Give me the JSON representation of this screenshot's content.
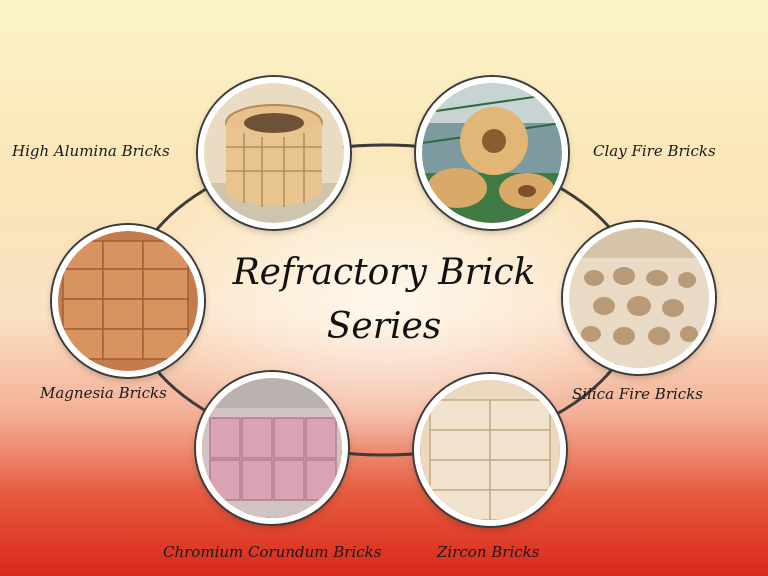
{
  "diagram": {
    "title_line1": "Refractory Brick",
    "title_line2": "Series",
    "nodes": [
      {
        "label": "High Alumina Bricks",
        "icon": "high-alumina-bricks-photo"
      },
      {
        "label": "Clay Fire Bricks",
        "icon": "clay-fire-bricks-photo"
      },
      {
        "label": "Magnesia Bricks",
        "icon": "magnesia-bricks-photo"
      },
      {
        "label": "Silica Fire Bricks",
        "icon": "silica-fire-bricks-photo"
      },
      {
        "label": "Chromium Corundum Bricks",
        "icon": "chromium-corundum-bricks-photo"
      },
      {
        "label": "Zircon Bricks",
        "icon": "zircon-bricks-photo"
      }
    ],
    "colors": {
      "background_top": "#fbf4c9",
      "background_bottom": "#d9281c",
      "ring_line": "#3c3c3c",
      "text": "#1a1a1a"
    }
  }
}
